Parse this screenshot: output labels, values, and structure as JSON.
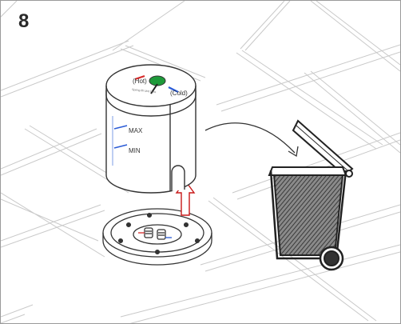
{
  "step": {
    "number": "8"
  },
  "unit": {
    "label_hot": "(Hot)",
    "label_cold": "(Cold)",
    "label_max": "MAX",
    "label_min": "MIN",
    "label_small": "Spring fill Unit here"
  },
  "colors": {
    "line": "#333333",
    "tile_edge": "#d2d2d2",
    "hot": "#d62a2a",
    "cold": "#2a5bd6",
    "knob": "#1e9a3a",
    "bin_fill": "#555555",
    "arrow": "#c81818"
  },
  "icons": {
    "bin": "trash-bin-icon",
    "arrow_up": "insert-arrow-icon",
    "arrow_curved": "discard-arrow-icon"
  }
}
